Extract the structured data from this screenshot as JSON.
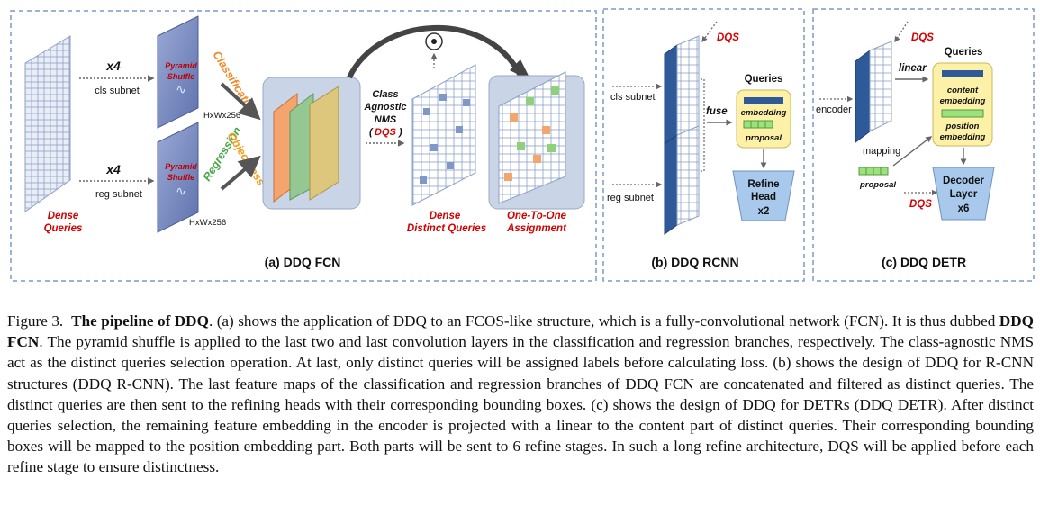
{
  "panels": {
    "a": {
      "label": "(a) DDQ FCN"
    },
    "b": {
      "label": "(b) DDQ RCNN"
    },
    "c": {
      "label": "(c) DDQ DETR"
    }
  },
  "fcn": {
    "dense_queries": [
      "Dense",
      "Queries"
    ],
    "cls_multiplier": "x4",
    "cls_subnet": "cls subnet",
    "reg_multiplier": "x4",
    "reg_subnet": "reg subnet",
    "pyramid_shuffle": [
      "Pyramid",
      "Shuffle"
    ],
    "shape_label": "HxWx256",
    "classification": "Classification",
    "regression": "Regression",
    "objectness": "Objectness",
    "nms": [
      "Class",
      "Agnostic",
      "NMS"
    ],
    "nms_dqs_open": "(",
    "nms_dqs": "DQS",
    "nms_dqs_close": ")",
    "distinct_queries": [
      "Dense",
      "Distinct Queries"
    ],
    "one_to_one": [
      "One-To-One",
      "Assignment"
    ],
    "merge_symbol": "⊙"
  },
  "rcnn": {
    "dqs": "DQS",
    "cls_subnet": "cls subnet",
    "reg_subnet": "reg subnet",
    "fuse": "fuse",
    "queries": "Queries",
    "embedding": "embedding",
    "proposal": "proposal",
    "refine_head": [
      "Refine",
      "Head",
      "x2"
    ]
  },
  "detr": {
    "dqs_top": "DQS",
    "encoder": "encoder",
    "linear": "linear",
    "mapping": "mapping",
    "proposal": "proposal",
    "queries": "Queries",
    "content_embedding": [
      "content",
      "embedding"
    ],
    "position_embedding": [
      "position",
      "embedding"
    ],
    "decoder": [
      "Decoder",
      "Layer",
      "x6"
    ],
    "dqs_bottom": "DQS"
  },
  "caption": {
    "figure": "Figure 3.",
    "title": "The pipeline of DDQ",
    "part1": ". (a) shows the application of DDQ to an FCOS-like structure, which is a fully-convolutional network (FCN). It is thus dubbed ",
    "ddq_fcn": "DDQ FCN",
    "part2": ". The pyramid shuffle is applied to the last two and last convolution layers in the classification and regression branches, respectively. The class-agnostic NMS act as the distinct queries selection operation. At last, only distinct queries will be assigned labels before calculating loss. (b) shows the design of DDQ for R-CNN structures (DDQ R-CNN). The last feature maps of the classification and regression branches of DDQ FCN are concatenated and filtered as distinct queries. The distinct queries are then sent to the refining heads with their corresponding bounding boxes. (c) shows the design of DDQ for DETRs (DDQ DETR). After distinct queries selection, the remaining feature embedding in the encoder is projected with a linear to the content part of distinct queries. Their corresponding bounding boxes will be mapped to the position embedding part. Both parts will be sent to 6 refine stages. In such a long refine architecture, DQS will be applied before each refine stage to ensure distinctness."
  },
  "colors": {
    "panel_border": "#7a9cc9",
    "dense_grid": "#a9b4cf",
    "pyramid_box": "#7f8fbf",
    "red_text": "#d40000",
    "orange_text": "#f08a2a",
    "green_text": "#4aa84a",
    "feature_blue": "#2f5a9a",
    "light_blue_box": "#a8c8ec",
    "yellow_box": "#fdf1a8",
    "green_cell": "#9be27c"
  }
}
